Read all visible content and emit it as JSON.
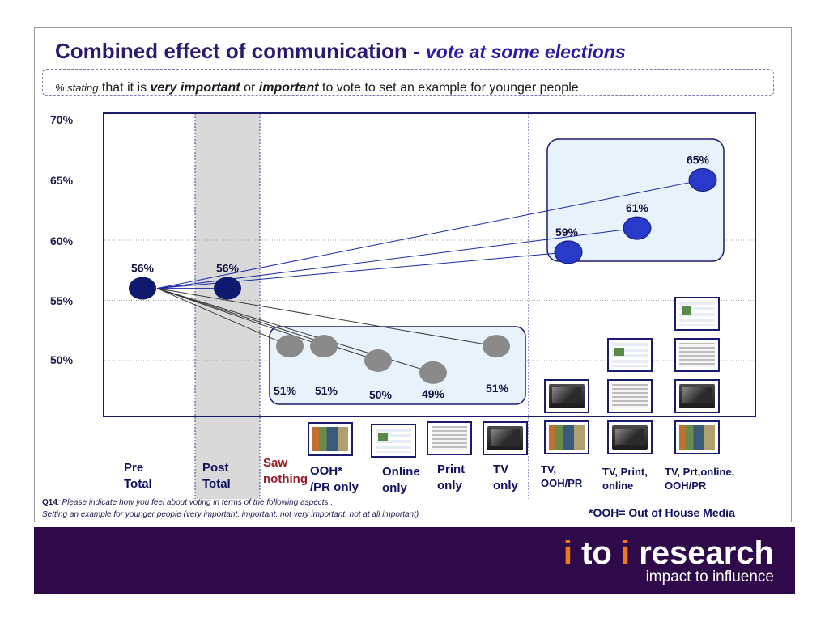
{
  "title": {
    "main": "Combined effect of communication - ",
    "sub": "vote at some elections"
  },
  "subtitle": {
    "stating": "% stating",
    "t1": " that it is ",
    "em1": "very important",
    "t2": " or ",
    "em2": "important",
    "t3": " to vote to set an example for younger people"
  },
  "chart_data": {
    "type": "scatter",
    "ylim": [
      45,
      70
    ],
    "yticks": [
      "70%",
      "65%",
      "60%",
      "55%",
      "50%"
    ],
    "ytick_values": [
      70,
      65,
      60,
      55,
      50
    ],
    "points": [
      {
        "category": "Pre Total",
        "value": 56,
        "label": "56%",
        "color": "#0f1a6e"
      },
      {
        "category": "Post Total",
        "value": 56,
        "label": "56%",
        "color": "#0f1a6e"
      },
      {
        "category": "Saw nothing",
        "value": 51,
        "label": "51%",
        "color": "#8a8a8a"
      },
      {
        "category": "OOH* /PR only",
        "value": 51,
        "label": "51%",
        "color": "#8a8a8a"
      },
      {
        "category": "Online only",
        "value": 50,
        "label": "50%",
        "color": "#8a8a8a"
      },
      {
        "category": "Print only",
        "value": 49,
        "label": "49%",
        "color": "#8a8a8a"
      },
      {
        "category": "TV only",
        "value": 51,
        "label": "51%",
        "color": "#8a8a8a"
      },
      {
        "category": "TV, OOH/PR",
        "value": 59,
        "label": "59%",
        "color": "#2a3ac8"
      },
      {
        "category": "TV, Print, online",
        "value": 61,
        "label": "61%",
        "color": "#2a3ac8"
      },
      {
        "category": "TV, Prt,online, OOH/PR",
        "value": 65,
        "label": "65%",
        "color": "#2a3ac8"
      }
    ],
    "grid": true
  },
  "categories": [
    {
      "text": "Pre\nTotal"
    },
    {
      "text": "Post\nTotal"
    },
    {
      "text": "Saw\nnothing"
    },
    {
      "text": "OOH*\n/PR only"
    },
    {
      "text": "Online\nonly"
    },
    {
      "text": "Print\nonly"
    },
    {
      "text": "TV\nonly"
    },
    {
      "text": "TV,\nOOH/PR"
    },
    {
      "text": "TV, Print,\nonline"
    },
    {
      "text": "TV, Prt,online,\nOOH/PR"
    }
  ],
  "notes": {
    "q_label": "Q14",
    "q_text": ":  Please indicate how  you feel about voting in terms of  the following  aspects..",
    "line2": "Setting an example for younger people (very important, important, not very important, not at all important)"
  },
  "ooh_note": "*OOH= Out of House Media",
  "brand": {
    "i1": "i",
    "to": " to ",
    "i2": "i",
    "research": " research",
    "tag": "impact to influence"
  },
  "colors": {
    "navy": "#0f1a6e",
    "grey": "#8a8a8a",
    "blue": "#2a3ac8",
    "footer": "#2e0a4a",
    "accent": "#f07a1a"
  }
}
